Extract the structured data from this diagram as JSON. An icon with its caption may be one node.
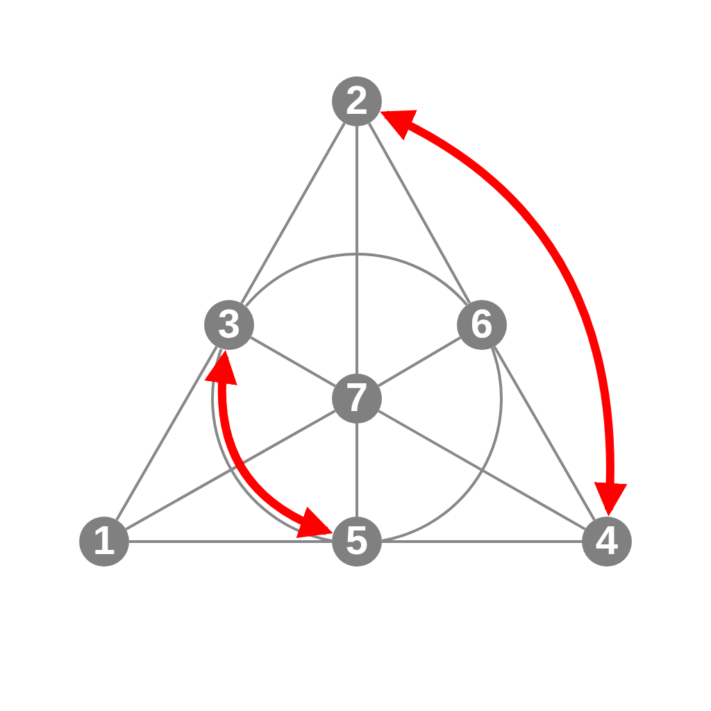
{
  "diagram": {
    "nodes": [
      {
        "text": [
          "1"
        ]
      },
      {
        "text": [
          "2"
        ]
      },
      {
        "text": [
          "3"
        ]
      },
      {
        "text": [
          "4"
        ]
      },
      {
        "text": [
          "5"
        ]
      },
      {
        "text": [
          "6"
        ]
      },
      {
        "text": [
          "7"
        ]
      }
    ],
    "edges": [
      {
        "from": 0,
        "to": 2,
        "arrow": "none"
      },
      {
        "from": 2,
        "to": 1,
        "arrow": "none"
      },
      {
        "from": 1,
        "to": 5,
        "arrow": "none"
      },
      {
        "from": 5,
        "to": 3,
        "arrow": "none"
      },
      {
        "from": 0,
        "to": 4,
        "arrow": "none"
      },
      {
        "from": 4,
        "to": 3,
        "arrow": "none"
      },
      {
        "from": 0,
        "to": 6,
        "arrow": "none"
      },
      {
        "from": 6,
        "to": 5,
        "arrow": "none"
      },
      {
        "from": 1,
        "to": 6,
        "arrow": "none"
      },
      {
        "from": 6,
        "to": 4,
        "arrow": "none"
      },
      {
        "from": 3,
        "to": 6,
        "arrow": "none"
      },
      {
        "from": 6,
        "to": 2,
        "arrow": "none"
      },
      {
        "from": 2,
        "to": 5,
        "arrow": "none"
      },
      {
        "from": 5,
        "to": 4,
        "arrow": "none"
      },
      {
        "from": 4,
        "to": 2,
        "arrow": "none"
      },
      {
        "from": 1,
        "to": 3,
        "arrow": "both",
        "style": "thick",
        "color": "#ff0000"
      },
      {
        "from": 2,
        "to": 4,
        "arrow": "both",
        "style": "thick",
        "color": "#ff0000"
      }
    ]
  }
}
